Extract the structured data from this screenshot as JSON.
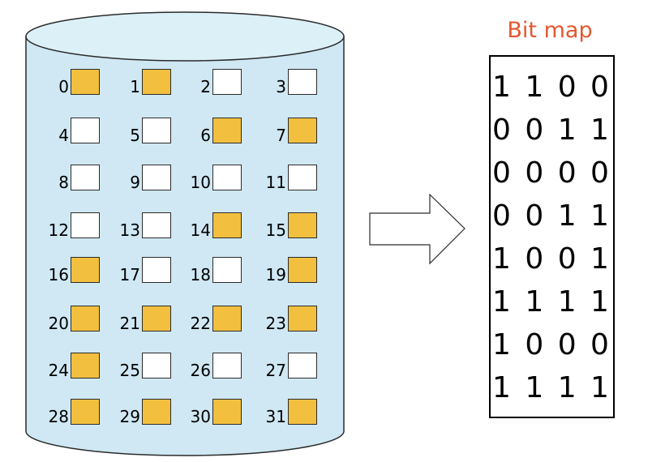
{
  "bitmap": {
    "title": "Bit map",
    "rows": [
      "1 1 0 0",
      "0 0 1 1",
      "0 0 0 0",
      "0 0 1 1",
      "1 0 0 1",
      "1 1 1 1",
      "1 0 0 0",
      "1 1 1 1"
    ]
  },
  "blocks": [
    {
      "label": "0",
      "used": true
    },
    {
      "label": "1",
      "used": true
    },
    {
      "label": "2",
      "used": false
    },
    {
      "label": "3",
      "used": false
    },
    {
      "label": "4",
      "used": false
    },
    {
      "label": "5",
      "used": false
    },
    {
      "label": "6",
      "used": true
    },
    {
      "label": "7",
      "used": true
    },
    {
      "label": "8",
      "used": false
    },
    {
      "label": "9",
      "used": false
    },
    {
      "label": "10",
      "used": false
    },
    {
      "label": "11",
      "used": false
    },
    {
      "label": "12",
      "used": false
    },
    {
      "label": "13",
      "used": false
    },
    {
      "label": "14",
      "used": true
    },
    {
      "label": "15",
      "used": true
    },
    {
      "label": "16",
      "used": true
    },
    {
      "label": "17",
      "used": false
    },
    {
      "label": "18",
      "used": false
    },
    {
      "label": "19",
      "used": true
    },
    {
      "label": "20",
      "used": true
    },
    {
      "label": "21",
      "used": true
    },
    {
      "label": "22",
      "used": true
    },
    {
      "label": "23",
      "used": true
    },
    {
      "label": "24",
      "used": true
    },
    {
      "label": "25",
      "used": false
    },
    {
      "label": "26",
      "used": false
    },
    {
      "label": "27",
      "used": false
    },
    {
      "label": "28",
      "used": true
    },
    {
      "label": "29",
      "used": true
    },
    {
      "label": "30",
      "used": true
    },
    {
      "label": "31",
      "used": true
    }
  ],
  "colors": {
    "used_fill": "#f2bf3f",
    "free_fill": "#ffffff",
    "disk_fill": "#cfe8f3",
    "title_color": "#e4572e"
  }
}
